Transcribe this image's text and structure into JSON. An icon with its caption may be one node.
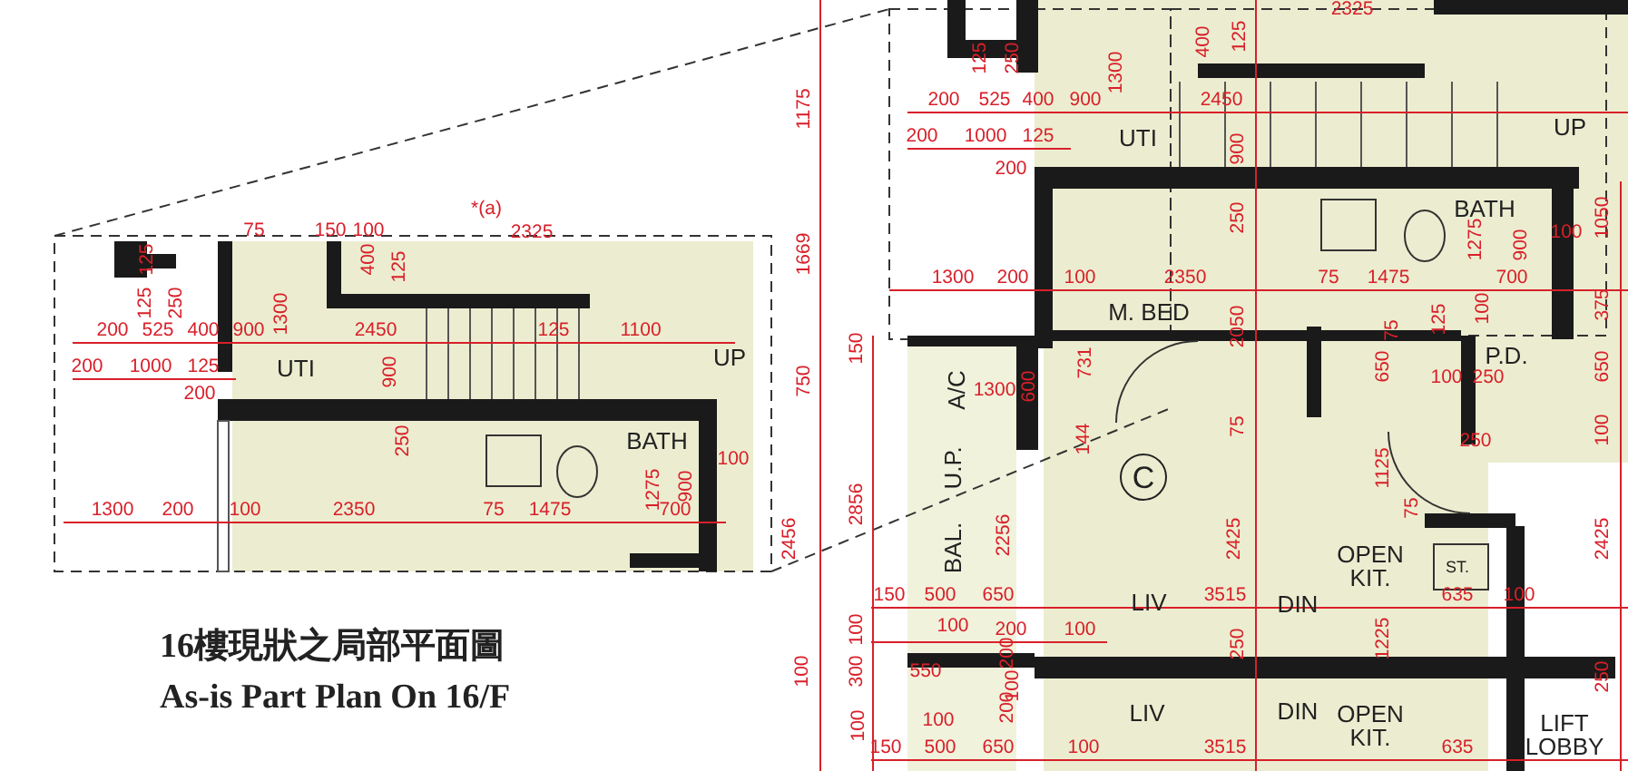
{
  "diagram": {
    "title": "16樓現狀之局部平面圖",
    "caption": "As-is Part Plan On 16/F",
    "nodes": [
      {
        "text": [
          "C"
        ]
      }
    ],
    "labels": [
      "*(a)",
      "75",
      "150",
      "100",
      "2325",
      "125",
      "400",
      "125",
      "125",
      "250",
      "1300",
      "200",
      "525",
      "400",
      "900",
      "2450",
      "125",
      "1100",
      "UTI",
      "UP",
      "200",
      "1000",
      "125",
      "900",
      "200",
      "250",
      "BATH",
      "100",
      "1300",
      "200",
      "100",
      "2350",
      "75",
      "1475",
      "1275",
      "900",
      "700",
      "2325",
      "400",
      "125",
      "125",
      "250",
      "1300",
      "1175",
      "200",
      "525",
      "400",
      "900",
      "2450",
      "200",
      "1000",
      "125",
      "UTI",
      "UP",
      "900",
      "200",
      "1669",
      "250",
      "1275",
      "BATH",
      "900",
      "100",
      "1050",
      "1300",
      "200",
      "100",
      "2350",
      "75",
      "1475",
      "700",
      "M. BED",
      "2050",
      "75",
      "125",
      "100",
      "375",
      "150",
      "P.D.",
      "731",
      "650",
      "650",
      "750",
      "100",
      "250",
      "A/C",
      "1300",
      "600",
      "144",
      "75",
      "250",
      "100",
      "U.P.",
      "1125",
      "2856",
      "75",
      "2456",
      "BAL.",
      "2256",
      "2425",
      "2425",
      "OPEN KIT.",
      "ST.",
      "150",
      "500",
      "650",
      "LIV",
      "3515",
      "DIN",
      "635",
      "100",
      "100",
      "100",
      "200",
      "100",
      "250",
      "1225",
      "100",
      "300",
      "550",
      "200",
      "100",
      "250",
      "100",
      "100",
      "200",
      "LIV",
      "DIN",
      "OPEN KIT.",
      "LIFT LOBBY",
      "150",
      "500",
      "650",
      "100",
      "3515",
      "635"
    ]
  }
}
